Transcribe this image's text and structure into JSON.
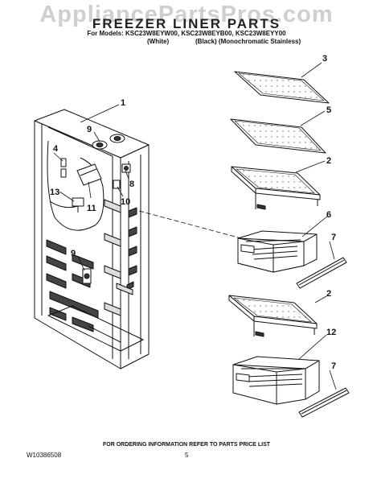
{
  "watermark": "AppliancePartsPros.com",
  "header": {
    "title": "FREEZER LINER PARTS",
    "models_line": "For Models: KSC23W8EYW00, KSC23W8EYB00, KSC23W8EYY00",
    "variant_white": "(White)",
    "variant_black": "(Black) (Monochromatic Stainless)"
  },
  "callouts": {
    "c1": "1",
    "c2a": "2",
    "c2b": "2",
    "c3": "3",
    "c4": "4",
    "c5": "5",
    "c6": "6",
    "c7a": "7",
    "c7b": "7",
    "c8": "8",
    "c9a": "9",
    "c9b": "9",
    "c10": "10",
    "c11": "11",
    "c12": "12",
    "c13": "13"
  },
  "footer": {
    "note": "FOR ORDERING INFORMATION REFER TO PARTS PRICE LIST",
    "doc_code": "W10386508",
    "page": "5"
  }
}
